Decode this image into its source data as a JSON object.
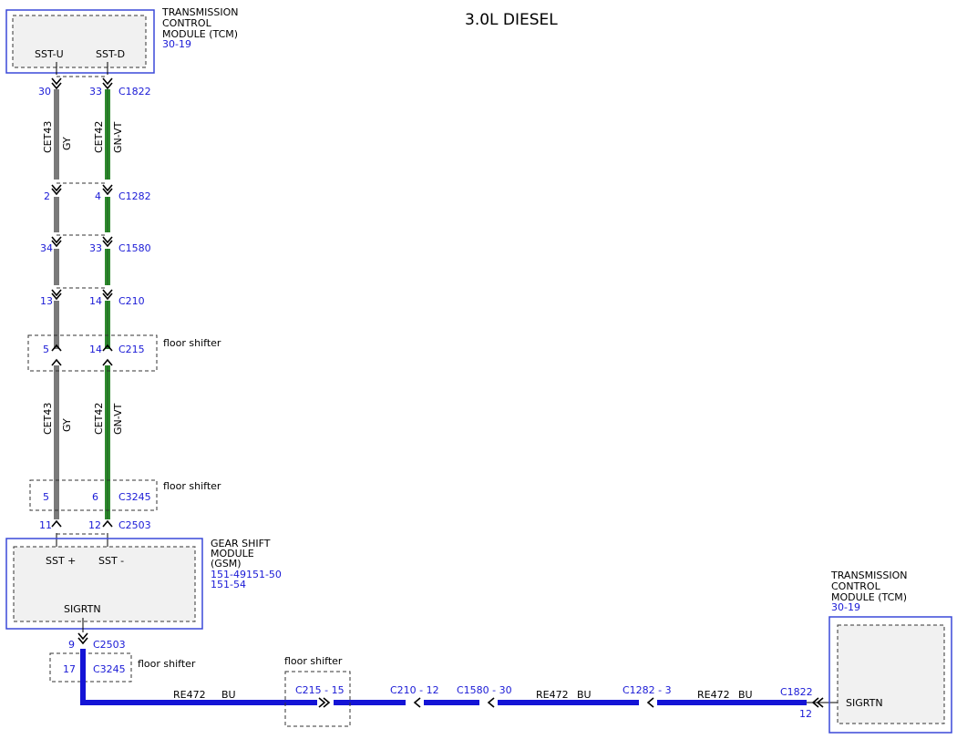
{
  "title": "3.0L DIESEL",
  "tcm_top": {
    "name_lines": [
      "TRANSMISSION",
      "CONTROL",
      "MODULE (TCM)"
    ],
    "ref": "30-19",
    "pin_left": "SST-U",
    "pin_right": "SST-D"
  },
  "tcm_bottom": {
    "name_lines": [
      "TRANSMISSION",
      "CONTROL",
      "MODULE (TCM)"
    ],
    "ref": "30-19",
    "pin": "SIGRTN",
    "pin_num": "12",
    "connector": "C1822"
  },
  "gsm": {
    "name_lines": [
      "GEAR SHIFT",
      "MODULE",
      "(GSM)"
    ],
    "ref_lines": [
      "151-49151-50",
      "151-54"
    ],
    "pin_left": "SST +",
    "pin_right": "SST -",
    "pin_bottom": "SIGRTN"
  },
  "connectors": [
    {
      "left": "30",
      "right": "33",
      "name": "C1822",
      "note": ""
    },
    {
      "left": "2",
      "right": "4",
      "name": "C1282",
      "note": ""
    },
    {
      "left": "34",
      "right": "33",
      "name": "C1580",
      "note": ""
    },
    {
      "left": "13",
      "right": "14",
      "name": "C210",
      "note": ""
    },
    {
      "left": "5",
      "right": "14",
      "name": "C215",
      "note": "floor shifter"
    },
    {
      "left": "5",
      "right": "6",
      "name": "C3245",
      "note": "floor shifter"
    },
    {
      "left": "11",
      "right": "12",
      "name": "C2503",
      "note": ""
    }
  ],
  "wire_labels": {
    "left_circuit": "CET43",
    "left_color": "GY",
    "right_circuit": "CET42",
    "right_color": "GN-VT"
  },
  "wire_colors": {
    "gray": "#7a7a7a",
    "green": "#2e8b2e",
    "blue": "#1414d6",
    "accent": "#3a48d8",
    "label_blue": "#1a1ad6"
  },
  "bottom_run": {
    "gsm_pin": "9",
    "gsm_connector": "C2503",
    "c3245_pin": "17",
    "c3245_name": "C3245",
    "c3245_note": "floor shifter",
    "c215_note": "floor shifter",
    "circuit": "RE472",
    "color": "BU",
    "connectors": [
      "C215 - 15",
      "C210 - 12",
      "C1580 - 30",
      "C1282 - 3"
    ]
  }
}
